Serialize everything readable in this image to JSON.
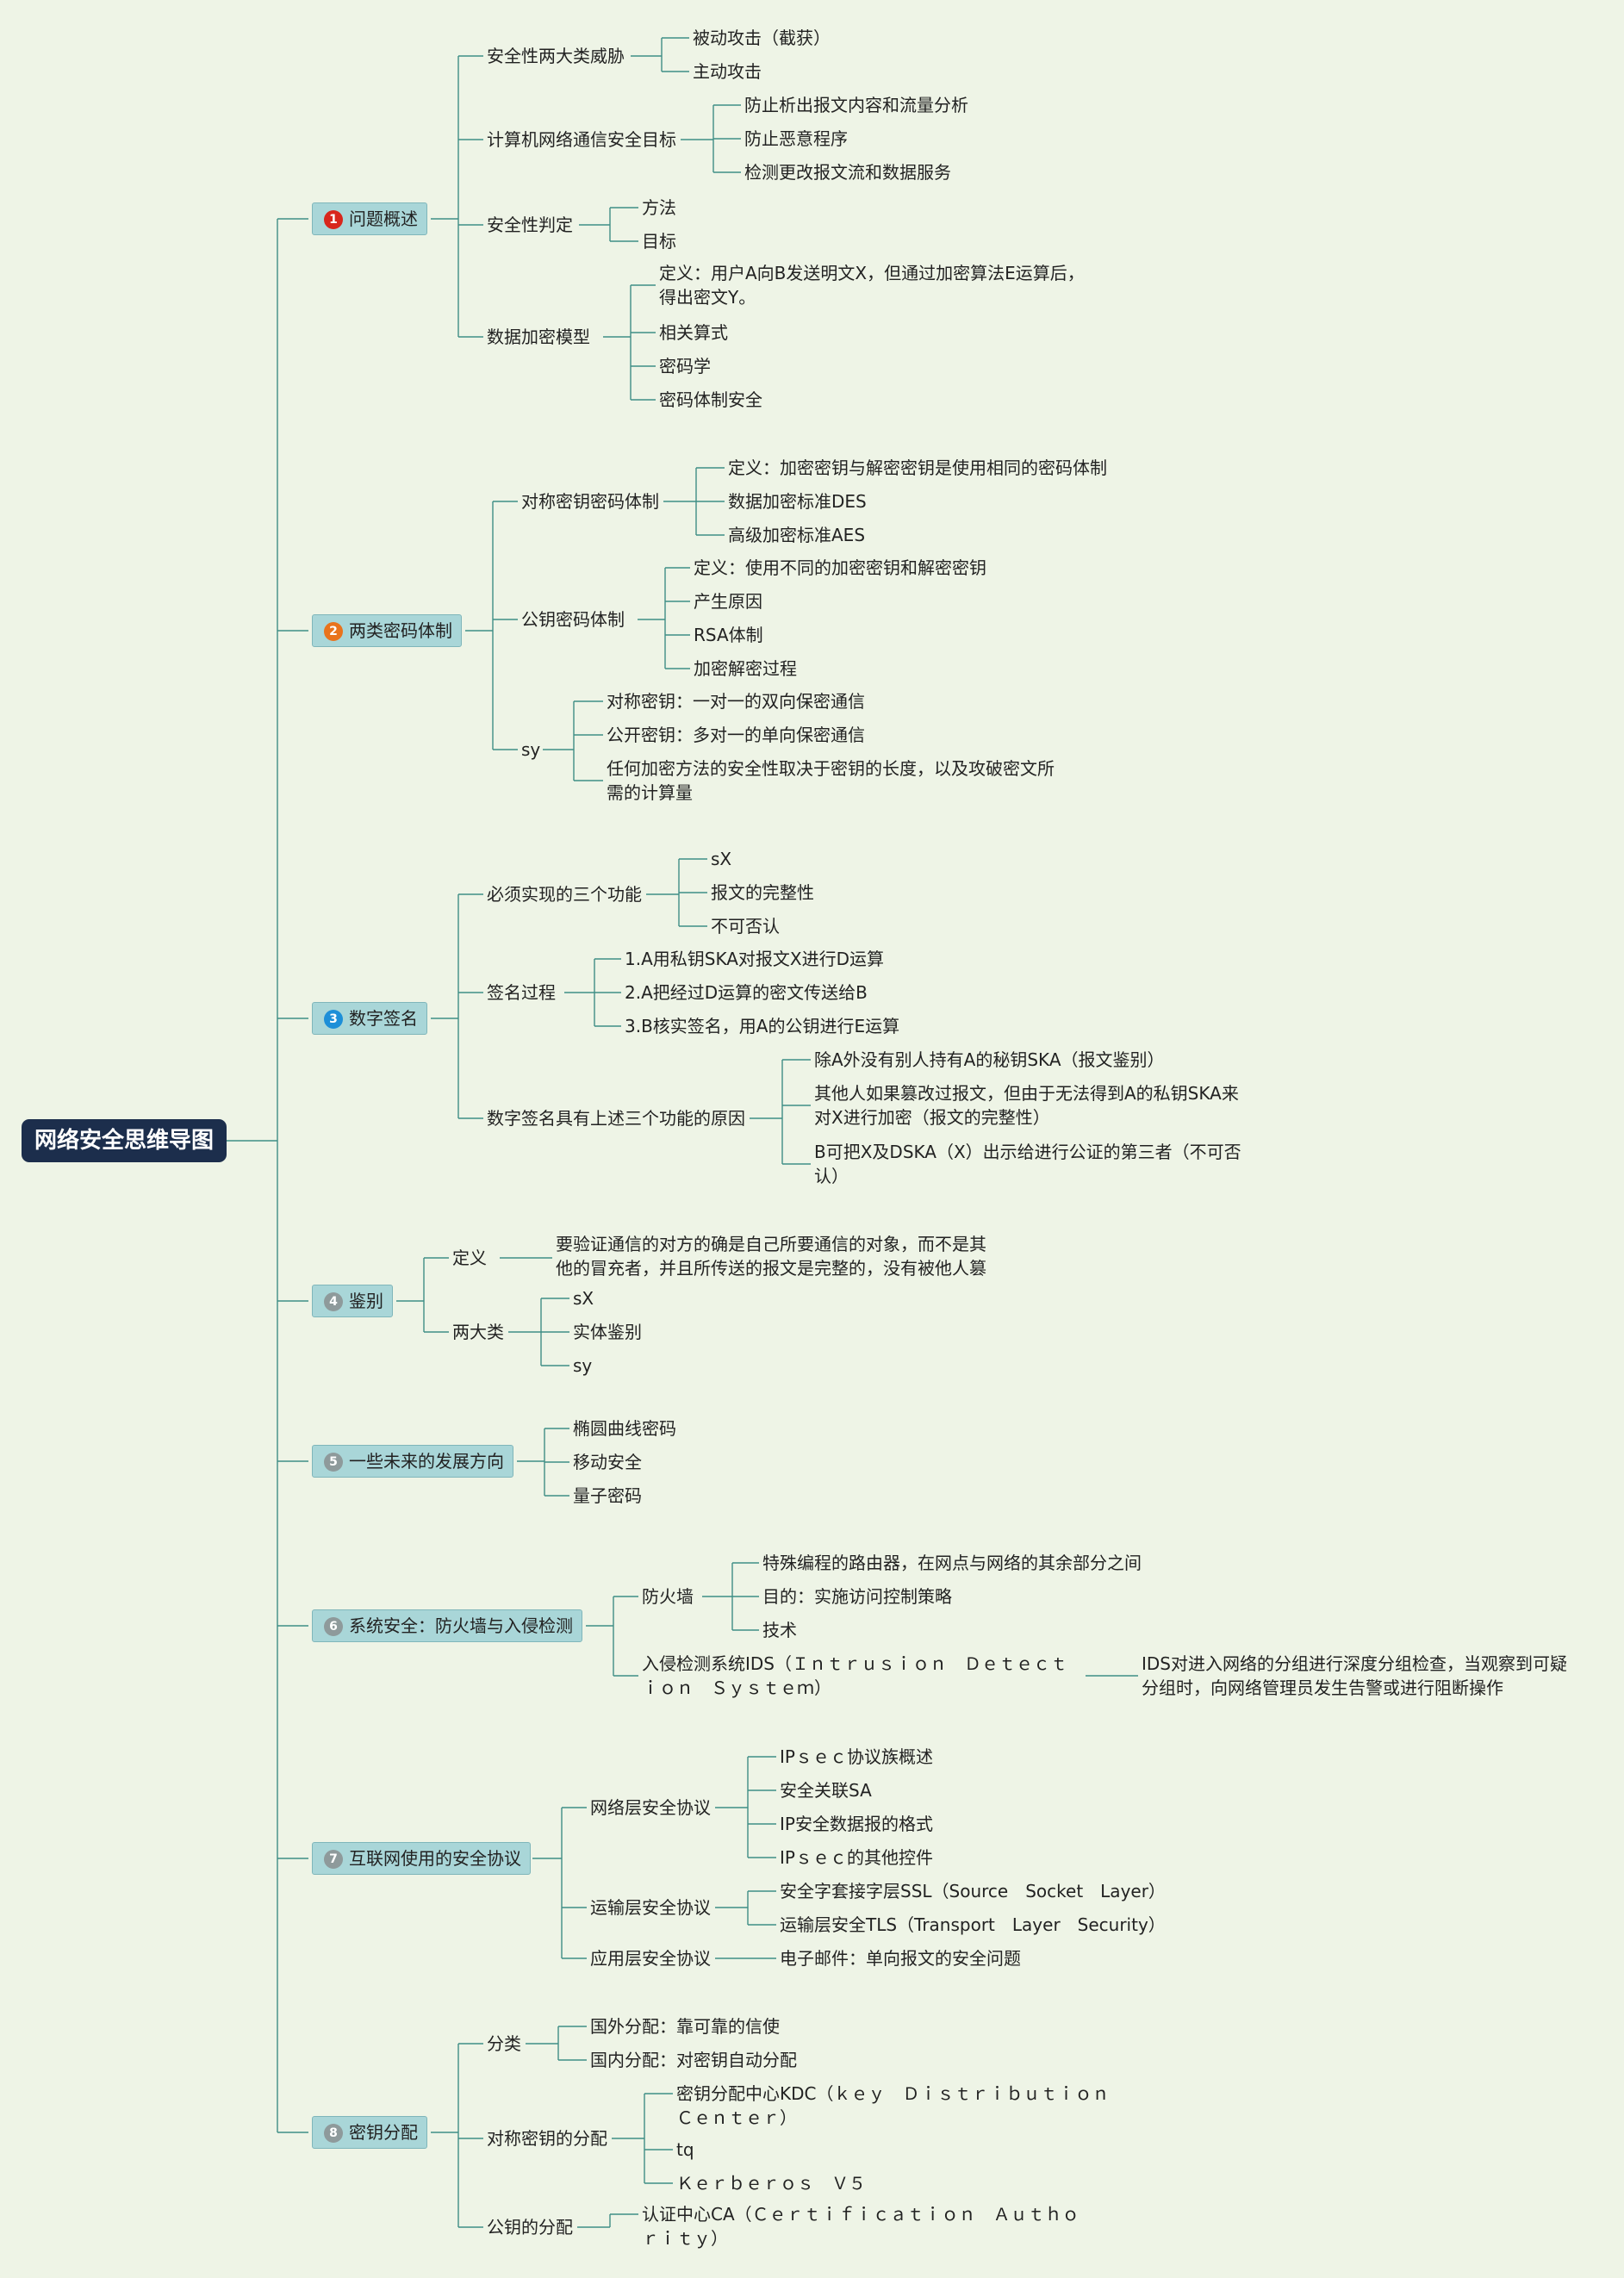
{
  "root": "网络安全思维导图",
  "colors": {
    "background": "#eef4e6",
    "root": "#1c2e4c",
    "main": "#a9d6d8",
    "line": "#3f8e86"
  },
  "topics": [
    {
      "num": "1",
      "color": "#d8261c",
      "title": "问题概述",
      "children": [
        {
          "label": "安全性两大类威胁",
          "children": [
            "被动攻击（截获）",
            "主动攻击"
          ]
        },
        {
          "label": "计算机网络通信安全目标",
          "children": [
            "防止析出报文内容和流量分析",
            "防止恶意程序",
            "检测更改报文流和数据服务"
          ]
        },
        {
          "label": "安全性判定",
          "children": [
            "方法",
            "目标"
          ]
        },
        {
          "label": "数据加密模型",
          "children": [
            "定义：用户A向B发送明文X，但通过加密算法E运算后，得出密文Y。",
            "相关算式",
            "密码学",
            "密码体制安全"
          ]
        }
      ]
    },
    {
      "num": "2",
      "color": "#e9731c",
      "title": "两类密码体制",
      "children": [
        {
          "label": "对称密钥密码体制",
          "children": [
            "定义：加密密钥与解密密钥是使用相同的密码体制",
            "数据加密标准DES",
            "高级加密标准AES"
          ]
        },
        {
          "label": "公钥密码体制",
          "children": [
            "定义：使用不同的加密密钥和解密密钥",
            "产生原因",
            "RSA体制",
            "加密解密过程"
          ]
        },
        {
          "label": "sy",
          "children": [
            "对称密钥：一对一的双向保密通信",
            "公开密钥：多对一的单向保密通信",
            "任何加密方法的安全性取决于密钥的长度，以及攻破密文所需的计算量"
          ]
        }
      ]
    },
    {
      "num": "3",
      "color": "#1d8fd8",
      "title": "数字签名",
      "children": [
        {
          "label": "必须实现的三个功能",
          "children": [
            "sX",
            "报文的完整性",
            "不可否认"
          ]
        },
        {
          "label": "签名过程",
          "children": [
            "1.A用私钥SKA对报文X进行D运算",
            "2.A把经过D运算的密文传送给B",
            "3.B核实签名，用A的公钥进行E运算"
          ]
        },
        {
          "label": "数字签名具有上述三个功能的原因",
          "children": [
            "除A外没有别人持有A的秘钥SKA（报文鉴别）",
            "其他人如果篡改过报文，但由于无法得到A的私钥SKA来对X进行加密（报文的完整性）",
            "B可把X及DSKA（X）出示给进行公证的第三者（不可否认）"
          ]
        }
      ]
    },
    {
      "num": "4",
      "color": "#8e9a9b",
      "title": "鉴别",
      "children": [
        {
          "label": "定义",
          "children": [
            "要验证通信的对方的确是自己所要通信的对象，而不是其他的冒充者，并且所传送的报文是完整的，没有被他人篡"
          ]
        },
        {
          "label": "两大类",
          "children": [
            "sX",
            "实体鉴别",
            "sy"
          ]
        }
      ]
    },
    {
      "num": "5",
      "color": "#8e9a9b",
      "title": "一些未来的发展方向",
      "children": [
        "椭圆曲线密码",
        "移动安全",
        "量子密码"
      ]
    },
    {
      "num": "6",
      "color": "#8e9a9b",
      "title": "系统安全：防火墙与入侵检测",
      "children": [
        {
          "label": "防火墙",
          "children": [
            "特殊编程的路由器，在网点与网络的其余部分之间",
            "目的：实施访问控制策略",
            "技术"
          ]
        },
        {
          "label": "入侵检测系统IDS（Ｉｎｔｒｕｓｉｏｎ　Ｄｅｔｅｃｔｉｏｎ　Ｓｙｓｔｅｍ）",
          "children": [
            "IDS对进入网络的分组进行深度分组检查，当观察到可疑分组时，向网络管理员发生告警或进行阻断操作"
          ]
        }
      ]
    },
    {
      "num": "7",
      "color": "#8e9a9b",
      "title": "互联网使用的安全协议",
      "children": [
        {
          "label": "网络层安全协议",
          "children": [
            "IPｓｅｃ协议族概述",
            "安全关联SA",
            "IP安全数据报的格式",
            "IPｓｅｃ的其他控件"
          ]
        },
        {
          "label": "运输层安全协议",
          "children": [
            "安全字套接字层SSL（Source　Socket　Layer）",
            "运输层安全TLS（Transport　Layer　Security）"
          ]
        },
        {
          "label": "应用层安全协议",
          "children": [
            "电子邮件：单向报文的安全问题"
          ]
        }
      ]
    },
    {
      "num": "8",
      "color": "#8e9a9b",
      "title": "密钥分配",
      "children": [
        {
          "label": "分类",
          "children": [
            "国外分配：靠可靠的信使",
            "国内分配：对密钥自动分配"
          ]
        },
        {
          "label": "对称密钥的分配",
          "children": [
            "密钥分配中心KDC（ｋｅｙ　Ｄｉｓｔｒｉｂｕｔｉｏｎ　Ｃｅｎｔｅｒ）",
            "tq",
            "Ｋｅｒｂｅｒｏｓ　Ｖ５"
          ]
        },
        {
          "label": "公钥的分配",
          "children": [
            "认证中心CA（Ｃｅｒｔｉｆｉｃａｔｉｏｎ　Ａｕｔｈｏｒｉｔｙ）"
          ]
        }
      ]
    }
  ]
}
